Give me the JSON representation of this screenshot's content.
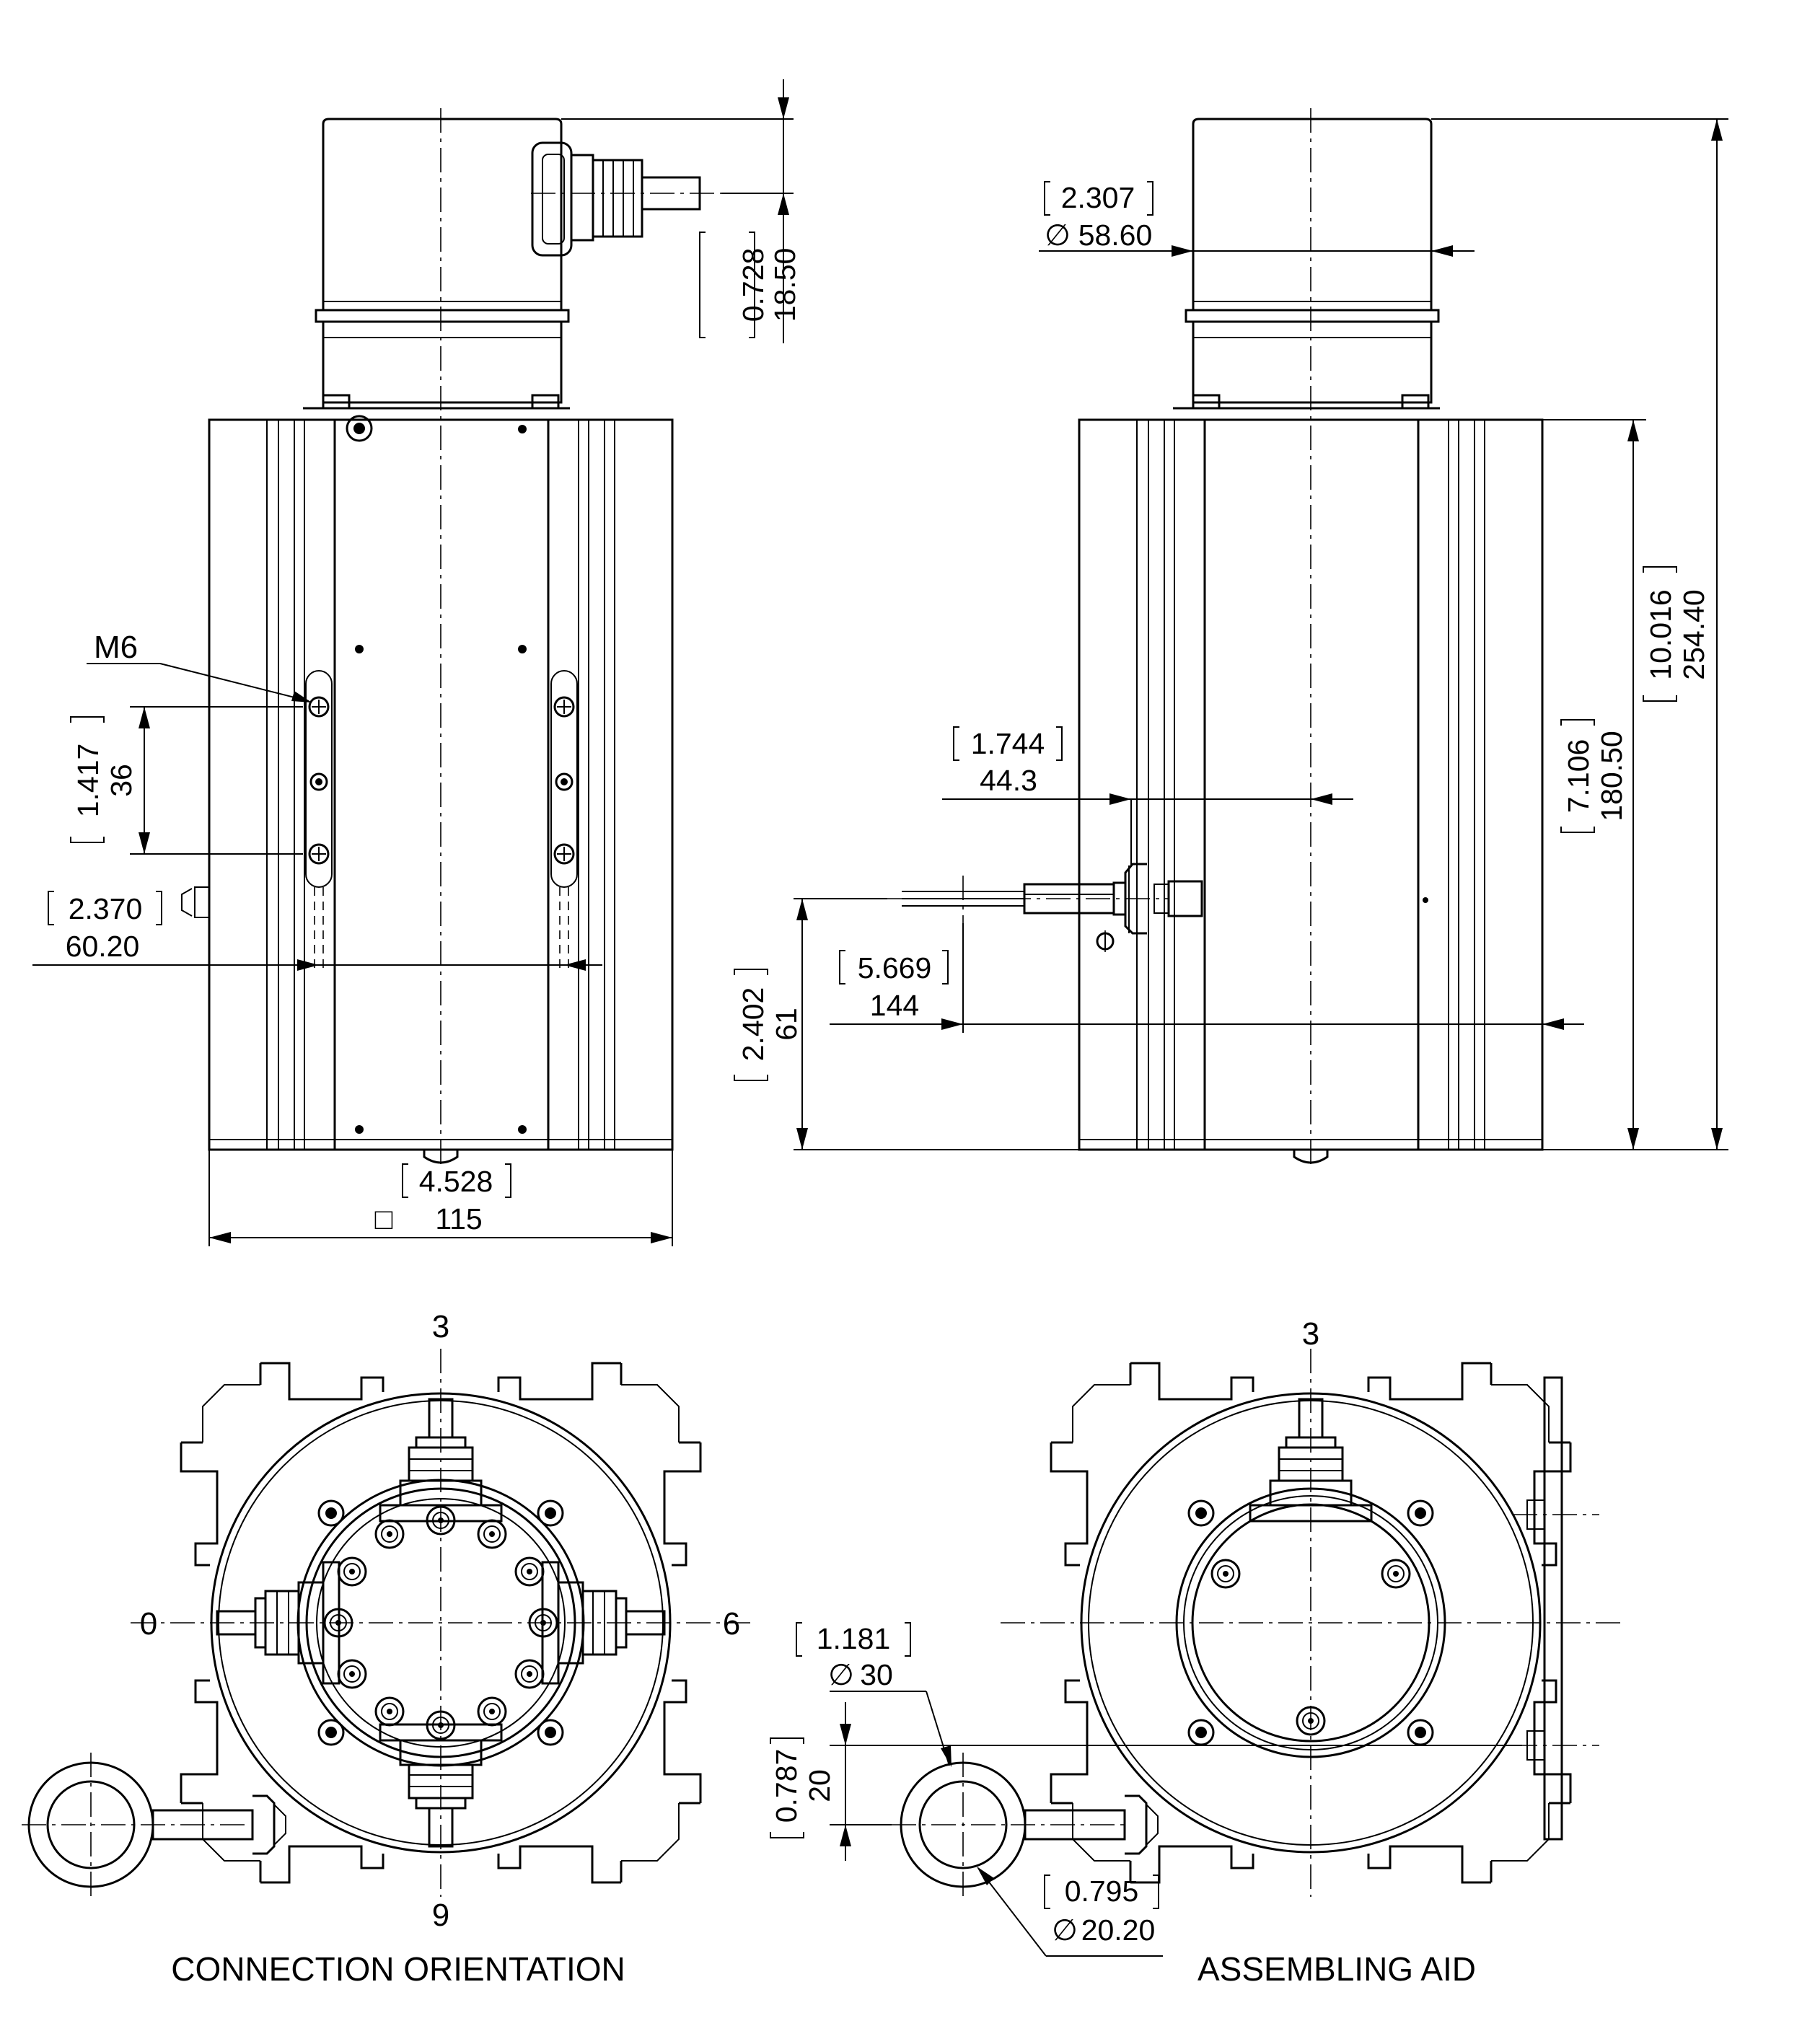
{
  "labels": {
    "thread": "M6",
    "caption_left": "CONNECTION ORIENTATION",
    "caption_right": "ASSEMBLING AID",
    "orientation": {
      "top": "3",
      "right": "6",
      "bottom": "9",
      "left": "0"
    },
    "orientation_right_top": "3"
  },
  "dimensions": {
    "connector_offset": {
      "inch": "0.728",
      "mm": "18.50"
    },
    "thread_spacing": {
      "inch": "1.417",
      "mm": "36"
    },
    "thread_span": {
      "inch": "2.370",
      "mm": "60.20"
    },
    "body_square": {
      "inch": "4.528",
      "mm": "115",
      "symbol": "□"
    },
    "cap_diameter": {
      "inch": "2.307",
      "mm": "58.60",
      "symbol": "∅"
    },
    "cable_offset": {
      "inch": "1.744",
      "mm": "44.3"
    },
    "cable_length": {
      "inch": "5.669",
      "mm": "144"
    },
    "cable_height": {
      "inch": "2.402",
      "mm": "61"
    },
    "body_height": {
      "inch": "7.106",
      "mm": "180.50"
    },
    "total_height": {
      "inch": "10.016",
      "mm": "254.40"
    },
    "ring_diameter": {
      "inch": "1.181",
      "mm": "30",
      "symbol": "∅"
    },
    "ring_offset": {
      "inch": "0.787",
      "mm": "20"
    },
    "wire_diameter": {
      "inch": "0.795",
      "mm": "20.20",
      "symbol": "∅"
    }
  }
}
